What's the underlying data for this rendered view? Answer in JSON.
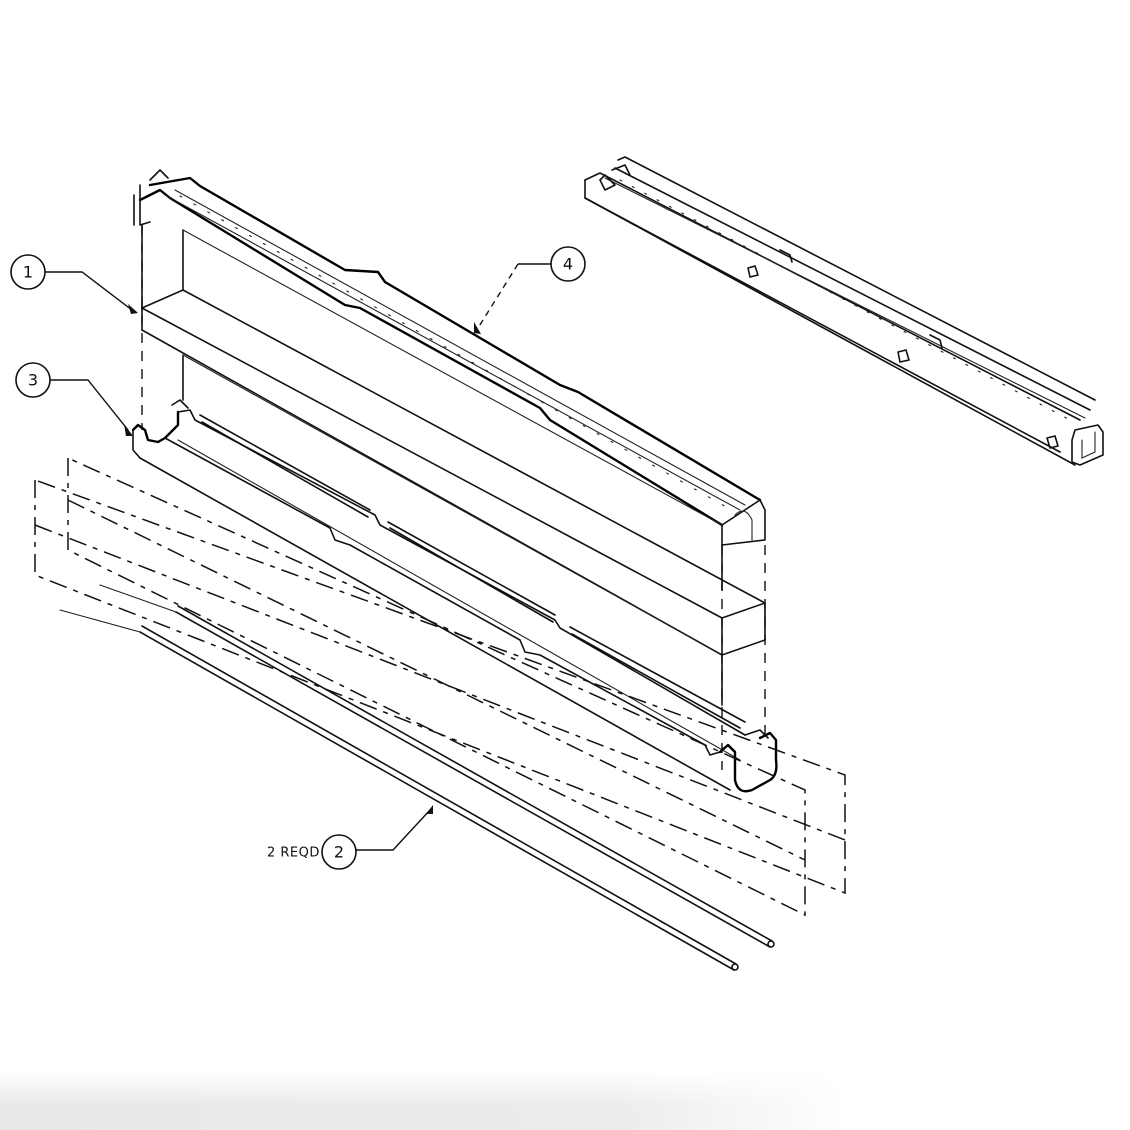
{
  "drawing": {
    "type": "exploded assembly view",
    "style": "black line art on white",
    "colors": {
      "line": "#111111",
      "background": "#ffffff",
      "bottom_shadow": "#ebebeb"
    }
  },
  "balloons": [
    {
      "id": "1",
      "label": "1",
      "points_to": "main frame / shelf"
    },
    {
      "id": "2",
      "label": "2",
      "note": "2 REQD",
      "points_to": "rods"
    },
    {
      "id": "3",
      "label": "3",
      "points_to": "bottom channel"
    },
    {
      "id": "4",
      "label": "4",
      "points_to": "top rail assembly"
    }
  ],
  "notes": {
    "quantity": "2 REQD"
  }
}
